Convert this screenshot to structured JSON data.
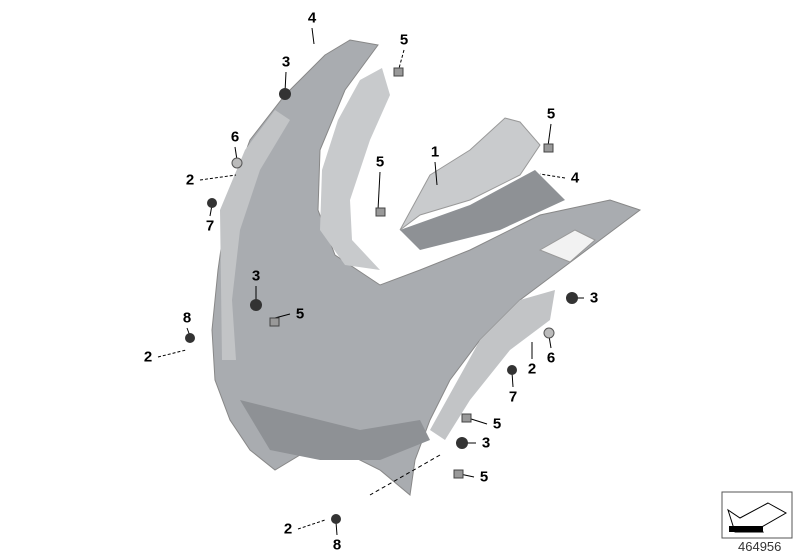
{
  "diagram": {
    "reference_number": "464956",
    "part_color": "#a9acb0",
    "callouts": [
      {
        "label": "4"
      },
      {
        "label": "5"
      },
      {
        "label": "3"
      },
      {
        "label": "5"
      },
      {
        "label": "1"
      },
      {
        "label": "5"
      },
      {
        "label": "6"
      },
      {
        "label": "2"
      },
      {
        "label": "4"
      },
      {
        "label": "7"
      },
      {
        "label": "3"
      },
      {
        "label": "3"
      },
      {
        "label": "5"
      },
      {
        "label": "8"
      },
      {
        "label": "6"
      },
      {
        "label": "2"
      },
      {
        "label": "2"
      },
      {
        "label": "7"
      },
      {
        "label": "5"
      },
      {
        "label": "3"
      },
      {
        "label": "5"
      },
      {
        "label": "2"
      },
      {
        "label": "8"
      }
    ]
  }
}
